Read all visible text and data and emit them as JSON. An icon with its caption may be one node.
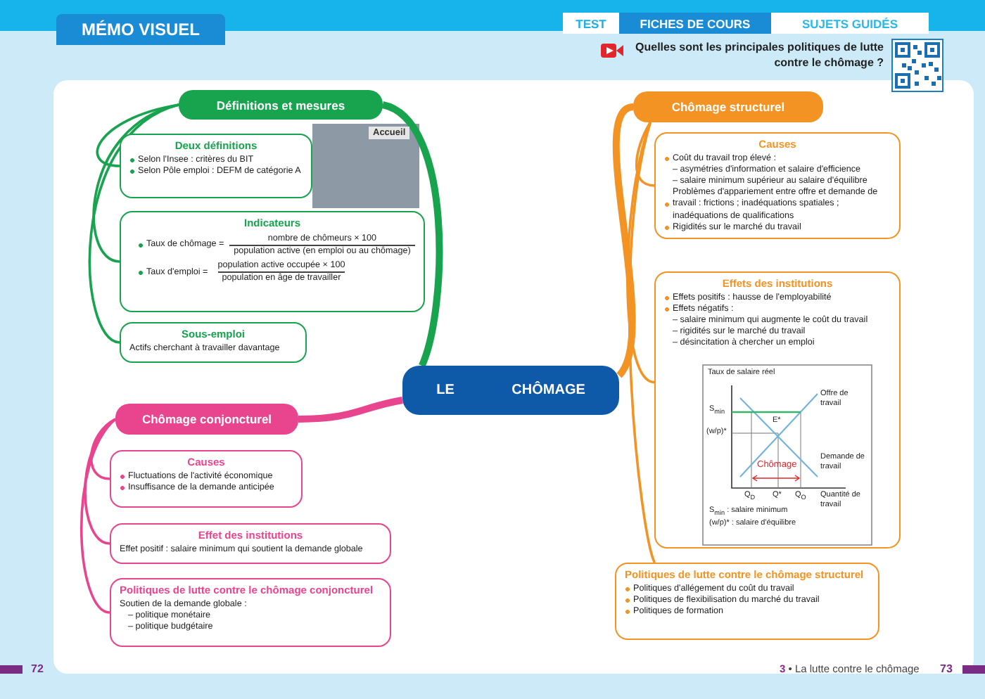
{
  "diagram": {
    "nodes": [
      {
        "text": [
          "LE CHÔMAGE"
        ]
      },
      {
        "text": [
          "Définitions et mesures"
        ]
      },
      {
        "text": [
          "Deux définitions",
          "Selon l'Insee : critères du BIT",
          "Selon Pôle emploi : DEFM de catégorie A"
        ]
      },
      {
        "text": [
          "Indicateurs",
          "Taux de chômage =",
          "nombre de chômeurs × 100",
          "population active (en emploi ou au chômage)",
          "Taux d'emploi =",
          "population active occupée × 100",
          "population en âge de travailler"
        ]
      },
      {
        "text": [
          "Sous-emploi",
          "Actifs cherchant à travailler davantage"
        ]
      },
      {
        "text": [
          "Chômage conjoncturel"
        ]
      },
      {
        "text": [
          "Causes",
          "Fluctuations de l'activité économique",
          "Insuffisance de la demande anticipée"
        ]
      },
      {
        "text": [
          "Effet des institutions",
          "Effet positif : salaire minimum qui soutient la demande globale"
        ]
      },
      {
        "text": [
          "Politiques de lutte contre le chômage conjoncturel",
          "Soutien de la demande globale :",
          "– politique monétaire",
          "– politique budgétaire"
        ]
      },
      {
        "text": [
          "Chômage structurel"
        ]
      },
      {
        "text": [
          "Causes",
          "Coût du travail trop élevé :",
          "– asymétries d'information et salaire d'efficience",
          "– salaire minimum supérieur au salaire d'équilibre",
          "Problèmes d'appariement entre offre et demande de travail : frictions ; inadéquations spatiales ; inadéquations de qualifications",
          "Rigidités sur le marché du travail"
        ]
      },
      {
        "text": [
          "Effets des institutions",
          "Effets positifs : hausse de l'employabilité",
          "Effets négatifs :",
          "– salaire minimum qui augmente le coût du travail",
          "– rigidités sur le marché du travail",
          "– désincitation à chercher un emploi"
        ]
      },
      {
        "text": [
          "Politiques de lutte contre le chômage structurel",
          "Politiques d'allégement du coût du travail",
          "Politiques de flexibilisation du marché du travail",
          "Politiques de formation"
        ]
      }
    ],
    "edges": [
      {
        "from": 0,
        "to": 1,
        "arrow": "none",
        "style": "thick",
        "color": "#18a34e"
      },
      {
        "from": 1,
        "to": 2,
        "arrow": "none",
        "color": "#18a34e"
      },
      {
        "from": 1,
        "to": 3,
        "arrow": "none",
        "color": "#18a34e"
      },
      {
        "from": 1,
        "to": 4,
        "arrow": "none",
        "color": "#18a34e"
      },
      {
        "from": 0,
        "to": 5,
        "arrow": "none",
        "style": "thick",
        "color": "#e8458e"
      },
      {
        "from": 5,
        "to": 6,
        "arrow": "none",
        "color": "#e8458e"
      },
      {
        "from": 5,
        "to": 7,
        "arrow": "none",
        "color": "#e8458e"
      },
      {
        "from": 5,
        "to": 8,
        "arrow": "none",
        "color": "#e8458e"
      },
      {
        "from": 0,
        "to": 9,
        "arrow": "none",
        "style": "thick",
        "color": "#f39324"
      },
      {
        "from": 9,
        "to": 10,
        "arrow": "none",
        "color": "#f39324"
      },
      {
        "from": 9,
        "to": 11,
        "arrow": "none",
        "color": "#f39324"
      },
      {
        "from": 9,
        "to": 12,
        "arrow": "none",
        "color": "#f39324"
      }
    ],
    "labels": [
      "MÉMO VISUEL",
      "TEST",
      "FICHES DE COURS",
      "SUJETS GUIDÉS",
      "Quelles sont les principales politiques de lutte contre le chômage ?",
      "Accueil",
      "Taux de salaire réel",
      "Offre de travail",
      "S$_{min}$",
      "E*",
      "(w/p)*",
      "Chômage",
      "Demande de travail",
      "Q$_{D}$",
      "Q*",
      "Q$_{O}$",
      "Quantité de travail",
      "S$_{min}$ : salaire minimum",
      "(w/p)* : salaire d'équilibre",
      "72",
      "**3** • La lutte contre le chômage",
      "73"
    ]
  }
}
